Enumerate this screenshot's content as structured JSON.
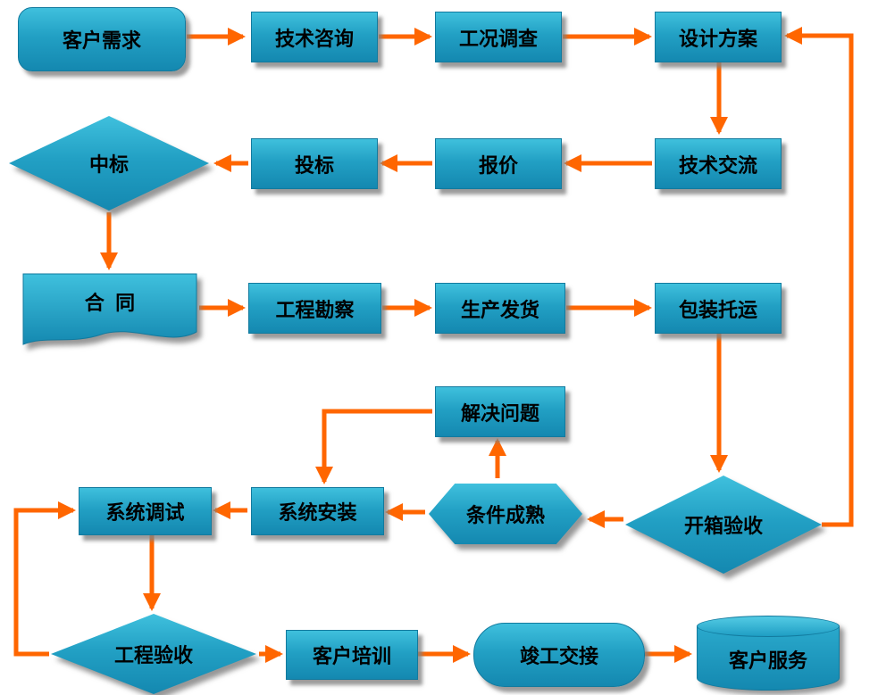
{
  "colors": {
    "shape-top": "#3fc0dd",
    "shape-bottom": "#1488b0",
    "arrow": "#ff6600",
    "text": "#000000",
    "background": "#ffffff"
  },
  "nodes": {
    "customer_needs": "客户需求",
    "tech_consult": "技术咨询",
    "condition_survey": "工况调查",
    "design_plan": "设计方案",
    "win_bid": "中标",
    "bid": "投标",
    "quote": "报价",
    "tech_exchange": "技术交流",
    "contract": "合  同",
    "engineering_survey": "工程勘察",
    "production_delivery": "生产发货",
    "packing_shipping": "包装托运",
    "solve_problem": "解决问题",
    "system_debug": "系统调试",
    "system_install": "系统安装",
    "conditions_ready": "条件成熟",
    "unbox_acceptance": "开箱验收",
    "project_acceptance": "工程验收",
    "customer_training": "客户培训",
    "completion_handover": "竣工交接",
    "customer_service": "客户服务"
  },
  "edges": [
    {
      "from": "客户需求",
      "to": "技术咨询"
    },
    {
      "from": "技术咨询",
      "to": "工况调查"
    },
    {
      "from": "工况调查",
      "to": "设计方案"
    },
    {
      "from": "设计方案",
      "to": "技术交流"
    },
    {
      "from": "技术交流",
      "to": "报价"
    },
    {
      "from": "报价",
      "to": "投标"
    },
    {
      "from": "投标",
      "to": "中标"
    },
    {
      "from": "中标",
      "to": "合同"
    },
    {
      "from": "合同",
      "to": "工程勘察"
    },
    {
      "from": "工程勘察",
      "to": "生产发货"
    },
    {
      "from": "生产发货",
      "to": "包装托运"
    },
    {
      "from": "包装托运",
      "to": "开箱验收"
    },
    {
      "from": "开箱验收",
      "to": "条件成熟"
    },
    {
      "from": "开箱验收",
      "to": "设计方案"
    },
    {
      "from": "条件成熟",
      "to": "解决问题"
    },
    {
      "from": "解决问题",
      "to": "系统安装"
    },
    {
      "from": "条件成熟",
      "to": "系统安装"
    },
    {
      "from": "系统安装",
      "to": "系统调试"
    },
    {
      "from": "系统调试",
      "to": "工程验收"
    },
    {
      "from": "工程验收",
      "to": "系统调试"
    },
    {
      "from": "工程验收",
      "to": "客户培训"
    },
    {
      "from": "客户培训",
      "to": "竣工交接"
    },
    {
      "from": "竣工交接",
      "to": "客户服务"
    }
  ]
}
